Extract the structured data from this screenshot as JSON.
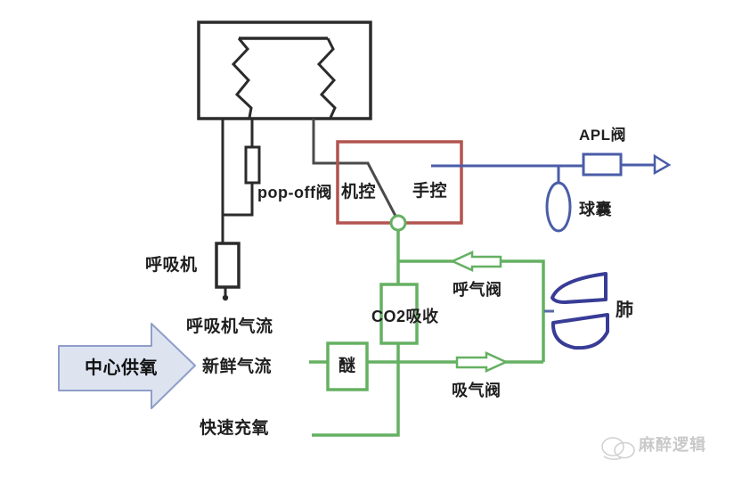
{
  "diagram_type": "anesthesia-breathing-circuit",
  "labels": {
    "popoff_valve": "pop-off阀",
    "machine_control": "机控",
    "manual_control": "手控",
    "apl_valve": "APL阀",
    "reservoir_bag": "球囊",
    "ventilator": "呼吸机",
    "ventilator_flow": "呼吸机气流",
    "central_o2_supply": "中心供氧",
    "fresh_gas_flow": "新鲜气流",
    "o2_flush": "快速充氧",
    "co2_absorber": "CO2吸收",
    "vaporizer": "醚",
    "expiratory_valve": "呼气阀",
    "inspiratory_valve": "吸气阀",
    "lung": "肺"
  },
  "watermark": {
    "text": "麻醉逻辑"
  },
  "icons": {
    "bellows": "zigzag-spring-bellows",
    "flow_arrows": "hollow-flow-arrow",
    "supply_arrow": "big-right-arrow"
  },
  "colors": {
    "line_black": "#2b2b2b",
    "control_box_red": "#b2544f",
    "circuit_green": "#65b062",
    "circuit_blue": "#4a5da8",
    "lung_blue": "#383c96",
    "supply_arrow_fill": "#dde4f0",
    "supply_arrow_border": "#8f9ec9",
    "watermark_gray": "#c9c9c9"
  }
}
